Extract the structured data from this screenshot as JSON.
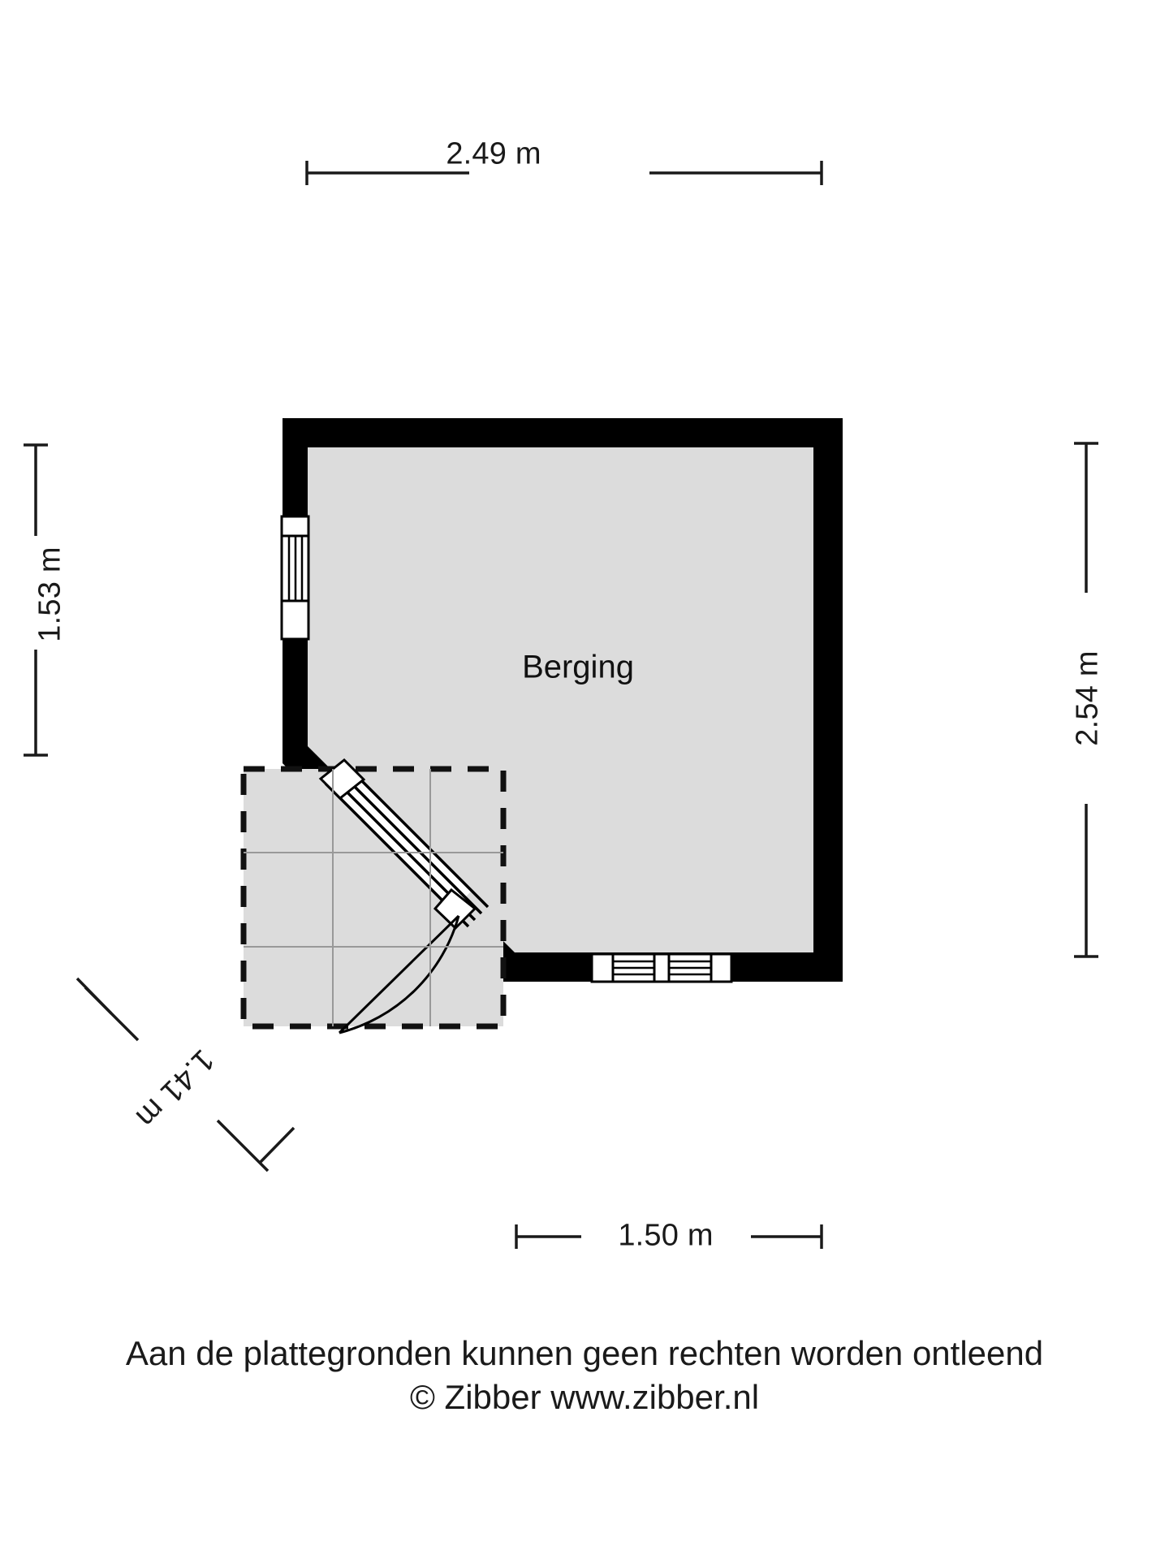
{
  "document": {
    "type": "floor-plan",
    "room_label": "Berging"
  },
  "dimensions": {
    "top": "2.49 m",
    "left": "1.53 m",
    "right": "2.54 m",
    "bottom": "1.50 m",
    "diagonal": "1.41 m"
  },
  "footer": {
    "line1": "Aan de plattegronden kunnen geen rechten worden ontleend",
    "line2": "© Zibber www.zibber.nl"
  },
  "colors": {
    "wall": "#000000",
    "floor": "#dddddd",
    "outline": "#7a7a7a",
    "text": "#1a1a1a",
    "background": "#ffffff"
  },
  "chart_data": {
    "type": "floorplan",
    "title": "Berging",
    "units": "m",
    "rooms": [
      {
        "name": "Berging",
        "walls": [
          {
            "id": "north",
            "length": "2.49 m",
            "orientation": "horizontal"
          },
          {
            "id": "east",
            "length": "2.54 m",
            "orientation": "vertical"
          },
          {
            "id": "south",
            "length": "1.50 m",
            "orientation": "horizontal"
          },
          {
            "id": "west",
            "length": "1.53 m",
            "orientation": "vertical"
          },
          {
            "id": "southwest-diagonal",
            "length": "1.41 m",
            "orientation": "diagonal-45"
          }
        ],
        "openings": [
          {
            "type": "window",
            "wall": "west",
            "panes": 1
          },
          {
            "type": "window",
            "wall": "south",
            "panes": 2
          },
          {
            "type": "door",
            "wall": "southwest-diagonal",
            "swing": "inward-left",
            "panes": 1
          }
        ]
      }
    ]
  }
}
